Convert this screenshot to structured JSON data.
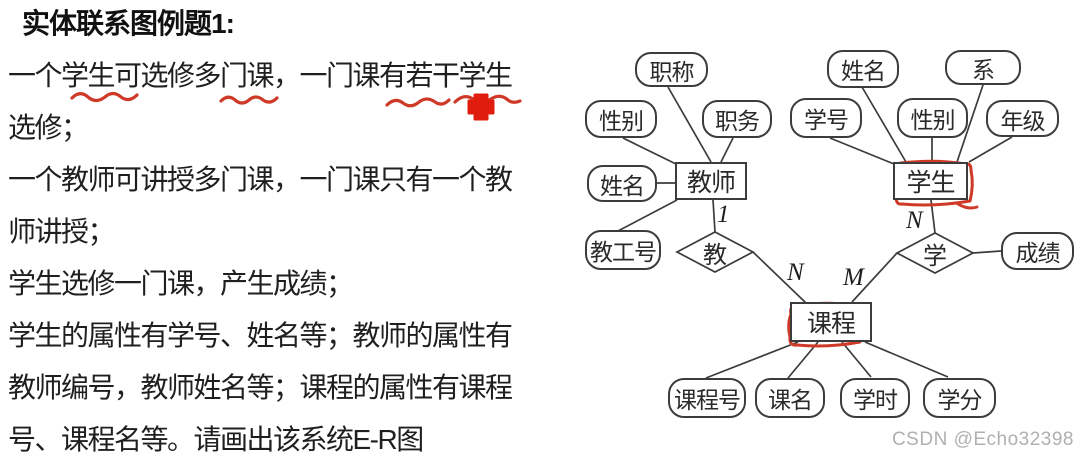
{
  "problem": {
    "title": "实体联系图例题1:",
    "lines": [
      "一个学生可选修多门课，一门课有若干学生",
      "选修；",
      "一个教师可讲授多门课，一门课只有一个教",
      "师讲授；",
      "学生选修一门课，产生成绩；",
      "学生的属性有学号、姓名等；教师的属性有",
      "教师编号，教师姓名等；课程的属性有课程",
      "号、课程名等。请画出该系统E-R图"
    ]
  },
  "diagram": {
    "entities": {
      "teacher": "教师",
      "student": "学生",
      "course": "课程"
    },
    "relationships": {
      "teach": "教",
      "study": "学"
    },
    "attributes": {
      "teacher": [
        "职称",
        "性别",
        "职务",
        "姓名",
        "教工号"
      ],
      "student": [
        "姓名",
        "系",
        "学号",
        "性别",
        "年级"
      ],
      "study": [
        "成绩"
      ],
      "course": [
        "课程号",
        "课名",
        "学时",
        "学分"
      ]
    },
    "cardinalities": {
      "teacher_teach": "1",
      "teach_course": "N",
      "study_course": "M",
      "student_study": "N"
    }
  },
  "annotations": {
    "red_color": "#cf3a28",
    "underlined_terms": [
      "学生",
      "多门",
      "课有",
      "若干"
    ]
  },
  "watermark": "CSDN @Echo32398"
}
